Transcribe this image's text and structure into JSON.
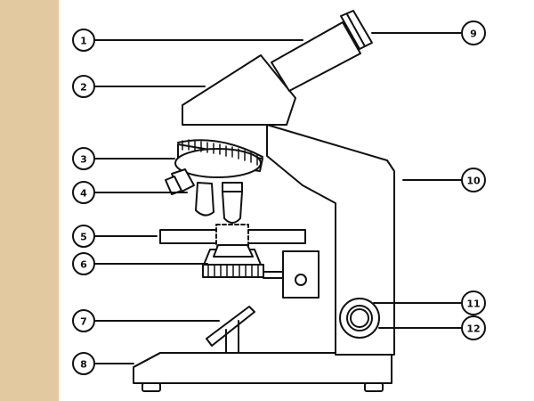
{
  "colors": {
    "side_strip": "#E3C9A0",
    "line": "#111111",
    "background": "#ffffff"
  },
  "labels": [
    {
      "id": "1",
      "text": "1"
    },
    {
      "id": "2",
      "text": "2"
    },
    {
      "id": "3",
      "text": "3"
    },
    {
      "id": "4",
      "text": "4"
    },
    {
      "id": "5",
      "text": "5"
    },
    {
      "id": "6",
      "text": "6"
    },
    {
      "id": "7",
      "text": "7"
    },
    {
      "id": "8",
      "text": "8"
    },
    {
      "id": "9",
      "text": "9"
    },
    {
      "id": "10",
      "text": "10"
    },
    {
      "id": "11",
      "text": "11"
    },
    {
      "id": "12",
      "text": "12"
    }
  ]
}
